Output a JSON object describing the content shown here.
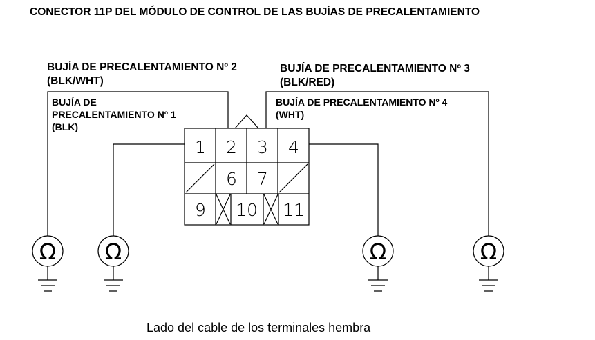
{
  "title": "CONECTOR 11P DEL MÓDULO DE CONTROL DE LAS BUJÍAS DE PRECALENTAMIENTO",
  "plugs": [
    {
      "line1": "BUJÍA DE PRECALENTAMIENTO Nº 2",
      "color": "(BLK/WHT)"
    },
    {
      "line1": "BUJÍA DE",
      "line2": "PRECALENTAMIENTO Nº 1",
      "color": "(BLK)"
    },
    {
      "line1": "BUJÍA DE PRECALENTAMIENTO Nº 3",
      "color": "(BLK/RED)"
    },
    {
      "line1": "BUJÍA DE PRECALENTAMIENTO Nº 4",
      "color": "(WHT)"
    }
  ],
  "connector": {
    "row1": [
      "1",
      "2",
      "3",
      "4"
    ],
    "row2": [
      "6",
      "7"
    ],
    "row3": [
      "9",
      "10",
      "11"
    ]
  },
  "symbols": {
    "resistance": "Ω"
  },
  "caption": "Lado del cable de los terminales hembra"
}
